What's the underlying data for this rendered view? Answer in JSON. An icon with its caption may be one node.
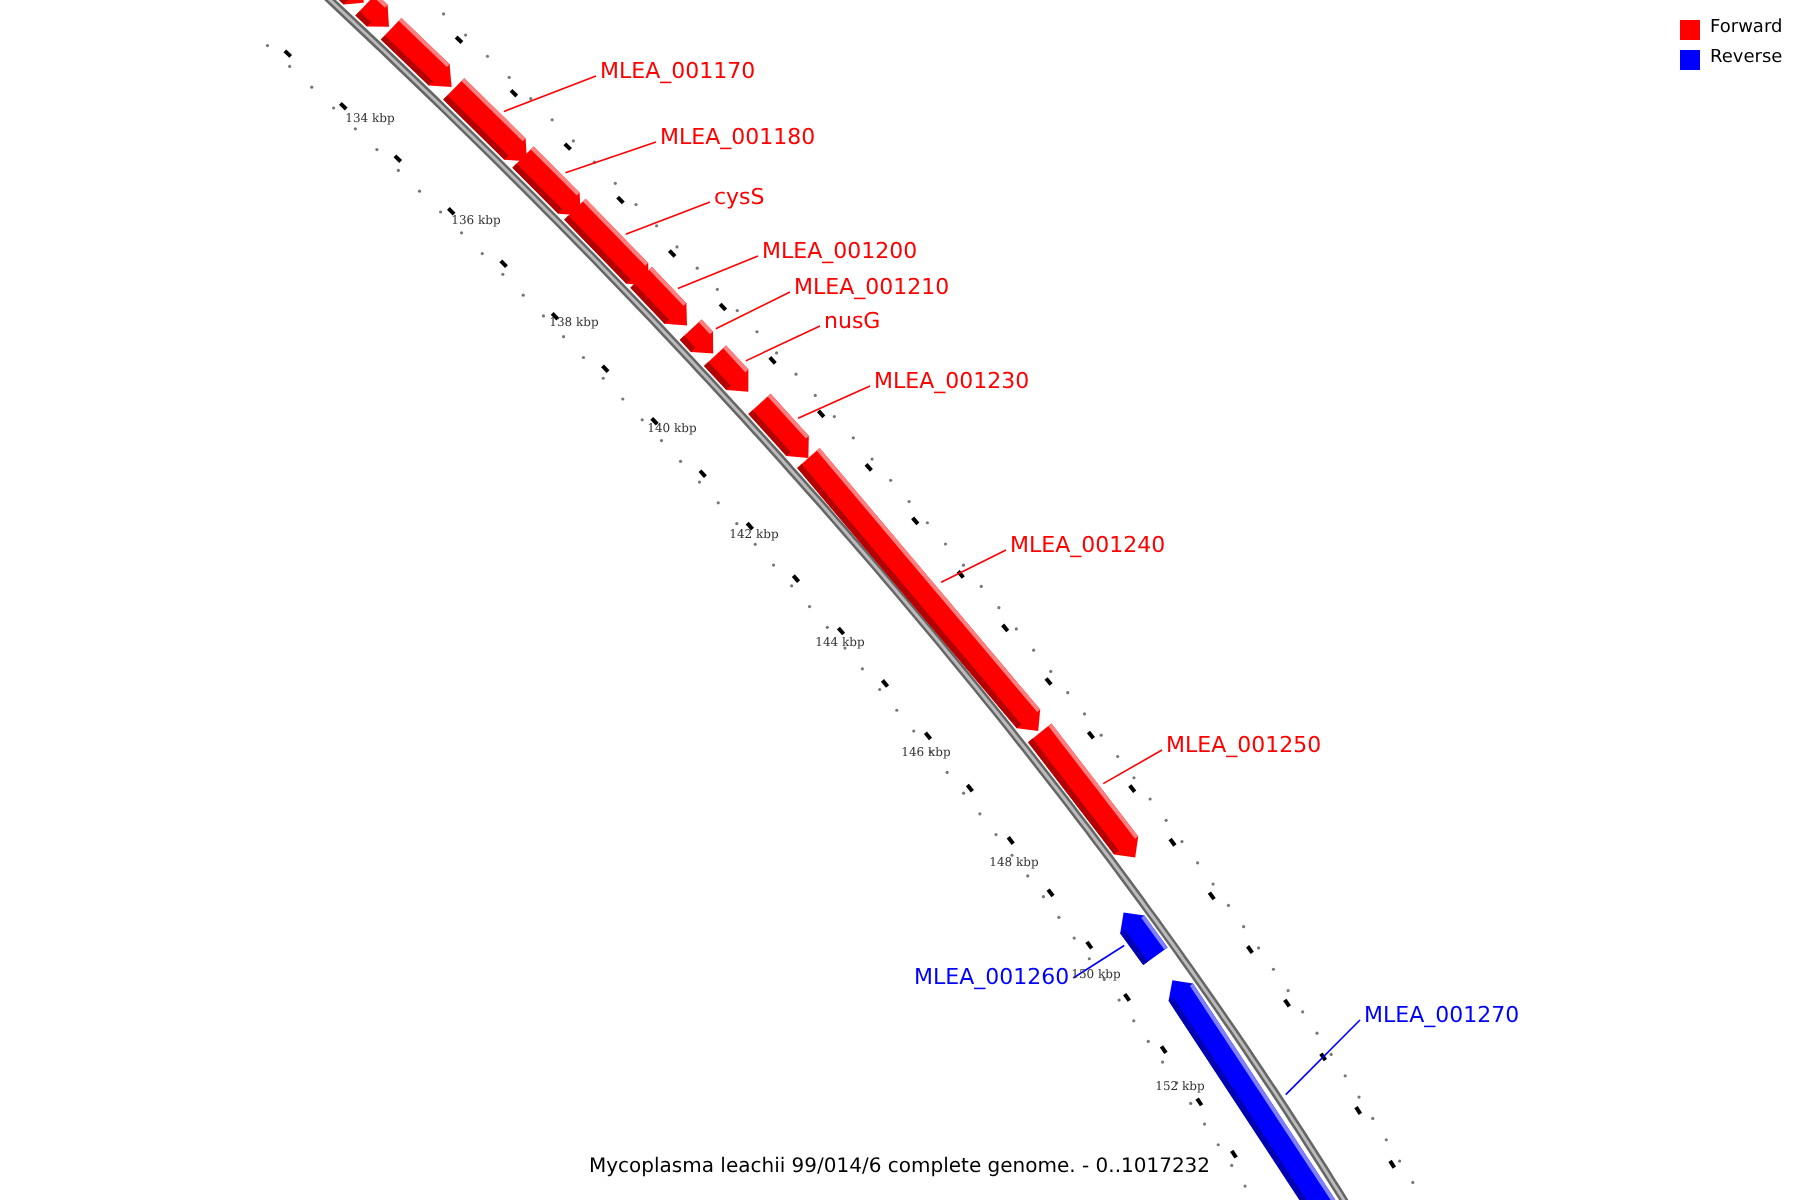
{
  "diagram": {
    "caption": "Mycoplasma leachii 99/014/6 complete genome. - 0..1017232",
    "nodes": [
      {
        "text": [],
        "shape": "bar"
      },
      {
        "text": [],
        "shape": "bar"
      },
      {
        "text": [],
        "shape": "bar"
      },
      {
        "text": [
          "MLEA_001170"
        ]
      },
      {
        "text": [],
        "shape": "bar"
      },
      {
        "text": [
          "MLEA_001180"
        ]
      },
      {
        "text": [],
        "shape": "bar"
      },
      {
        "text": [
          "cysS"
        ]
      },
      {
        "text": [],
        "shape": "bar"
      },
      {
        "text": [
          "MLEA_001200"
        ]
      },
      {
        "text": [],
        "shape": "bar"
      },
      {
        "text": [
          "MLEA_001210"
        ]
      },
      {
        "text": [],
        "shape": "bar"
      },
      {
        "text": [
          "nusG"
        ]
      },
      {
        "text": [],
        "shape": "bar"
      },
      {
        "text": [
          "MLEA_001230"
        ]
      },
      {
        "text": [],
        "shape": "bar"
      },
      {
        "text": [
          "MLEA_001240"
        ]
      },
      {
        "text": [],
        "shape": "bar"
      },
      {
        "text": [
          "MLEA_001250"
        ]
      },
      {
        "text": [],
        "shape": "bar"
      },
      {
        "text": [
          "MLEA_001260"
        ]
      },
      {
        "text": [],
        "shape": "bar"
      },
      {
        "text": [
          "MLEA_001270"
        ]
      },
      {
        "text": [],
        "shape": "bar"
      }
    ],
    "edges": [
      {
        "from": 3,
        "to": 4,
        "arrow": "none"
      },
      {
        "from": 5,
        "to": 6,
        "arrow": "none"
      },
      {
        "from": 7,
        "to": 8,
        "arrow": "none"
      },
      {
        "from": 9,
        "to": 10,
        "arrow": "none"
      },
      {
        "from": 11,
        "to": 12,
        "arrow": "none"
      },
      {
        "from": 13,
        "to": 14,
        "arrow": "none"
      },
      {
        "from": 15,
        "to": 16,
        "arrow": "none"
      },
      {
        "from": 17,
        "to": 18,
        "arrow": "none"
      },
      {
        "from": 19,
        "to": 20,
        "arrow": "none"
      },
      {
        "from": 21,
        "to": 22,
        "arrow": "none",
        "color": "#0000ff"
      },
      {
        "from": 23,
        "to": 24,
        "arrow": "none",
        "color": "#0000ff"
      }
    ],
    "labels": [
      "134 kbp",
      "136 kbp",
      "138 kbp",
      "140 kbp",
      "142 kbp",
      "144 kbp",
      "146 kbp",
      "148 kbp",
      "150 kbp",
      "152 kbp"
    ],
    "legend": [
      {
        "text": "Forward",
        "color": "#ff0000"
      },
      {
        "text": "Reverse",
        "color": "#0000ff"
      }
    ]
  }
}
